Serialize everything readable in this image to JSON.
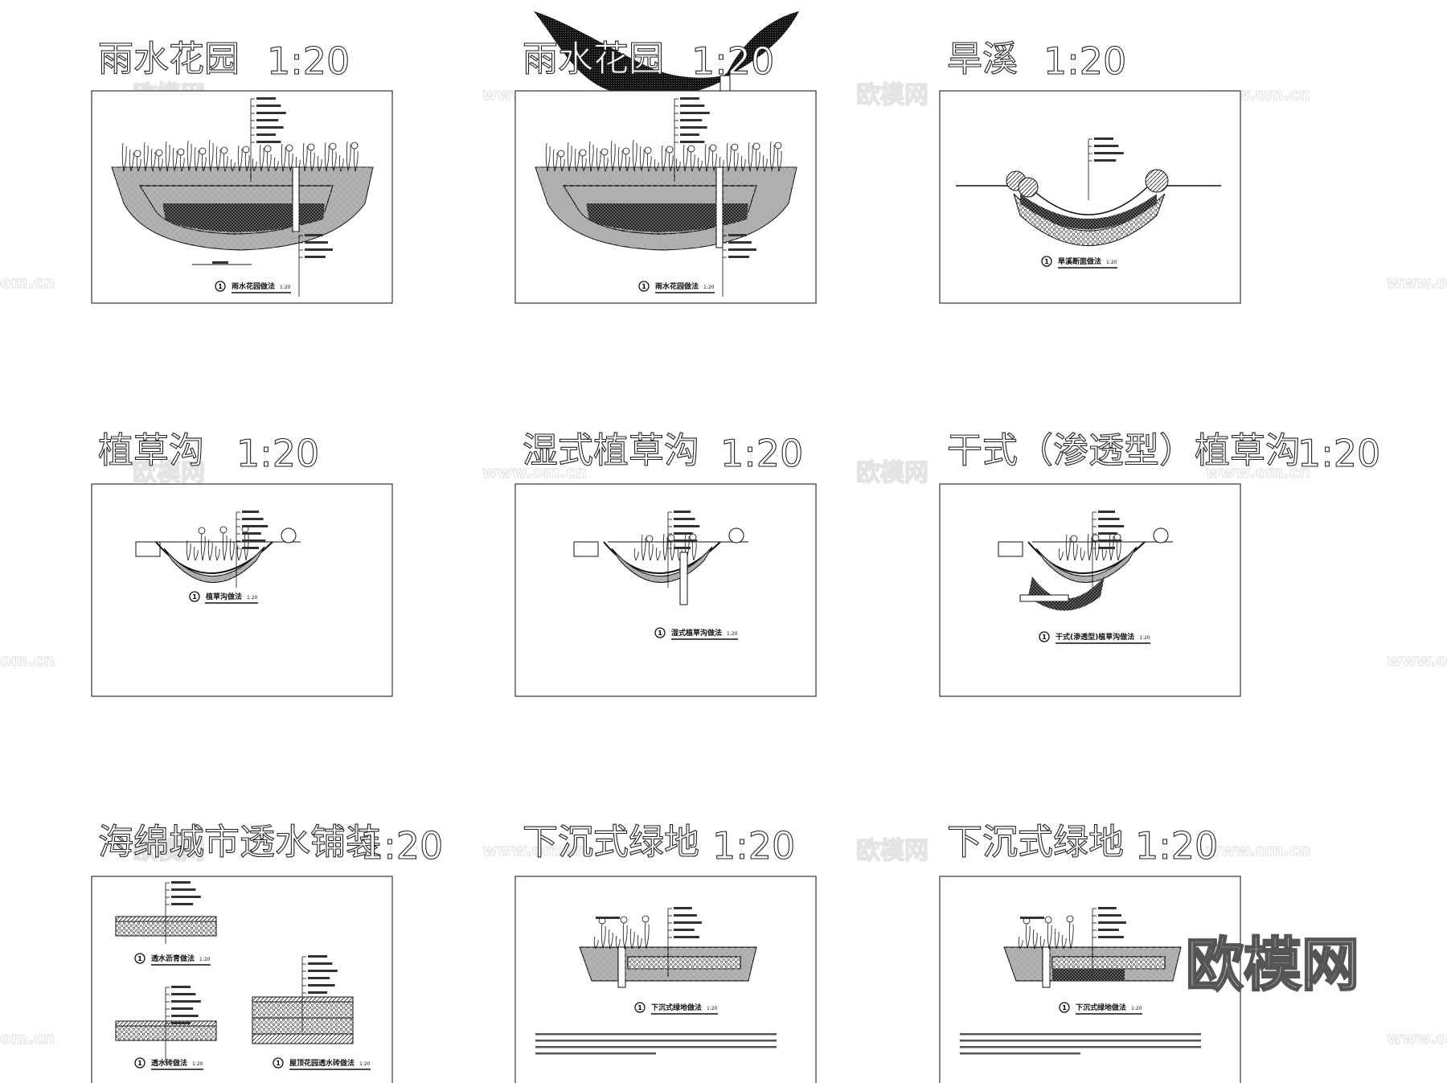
{
  "sheet": {
    "watermark_logo": "欧模网",
    "watermark_url": "www.om.cn",
    "watermark_url_partial": "om.cn",
    "detail_number": "1",
    "panels": [
      {
        "title": "雨水花园",
        "scale": "1:20",
        "caption": "雨水花园做法",
        "caption_scale": "1:20"
      },
      {
        "title": "雨水花园",
        "scale": "1:20",
        "caption": "雨水花园做法",
        "caption_scale": "1:20"
      },
      {
        "title": "旱溪",
        "scale": "1:20",
        "caption": "旱溪断面做法",
        "caption_scale": "1:20"
      },
      {
        "title": "植草沟",
        "scale": "1:20",
        "caption": "植草沟做法",
        "caption_scale": "1:20"
      },
      {
        "title": "湿式植草沟",
        "scale": "1:20",
        "caption": "湿式植草沟做法",
        "caption_scale": "1:20"
      },
      {
        "title": "干式（渗透型）植草沟",
        "scale": "1:20",
        "caption": "干式(渗透型)植草沟做法",
        "caption_scale": "1:20"
      },
      {
        "title": "海绵城市透水铺装",
        "scale": "1:20",
        "captions": [
          "透水沥青做法",
          "透水砖做法",
          "屋顶花园透水砖做法"
        ],
        "caption_scale": "1:20"
      },
      {
        "title": "下沉式绿地",
        "scale": "1:20",
        "caption": "下沉式绿地做法",
        "caption_scale": "1:20"
      },
      {
        "title": "下沉式绿地",
        "scale": "1:20",
        "caption": "下沉式绿地做法",
        "caption_scale": "1:20"
      }
    ]
  },
  "colors": {
    "line": "#111111",
    "background": "#ffffff",
    "watermark": "#e4e4e4"
  }
}
